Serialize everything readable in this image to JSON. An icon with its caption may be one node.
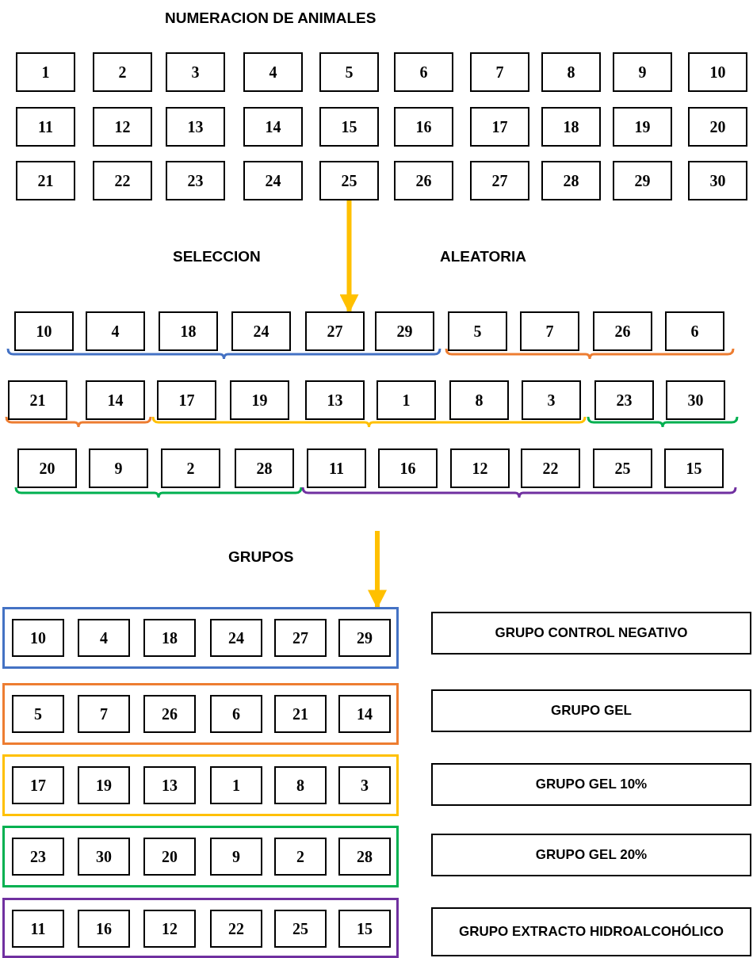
{
  "diagram": {
    "title": "NUMERACION DE ANIMALES",
    "nodes": [
      {
        "text": [
          "1"
        ]
      },
      {
        "text": [
          "2"
        ]
      },
      {
        "text": [
          "3"
        ]
      },
      {
        "text": [
          "4"
        ]
      },
      {
        "text": [
          "5"
        ]
      },
      {
        "text": [
          "6"
        ]
      },
      {
        "text": [
          "7"
        ]
      },
      {
        "text": [
          "8"
        ]
      },
      {
        "text": [
          "9"
        ]
      },
      {
        "text": [
          "10"
        ]
      },
      {
        "text": [
          "11"
        ]
      },
      {
        "text": [
          "12"
        ]
      },
      {
        "text": [
          "13"
        ]
      },
      {
        "text": [
          "14"
        ]
      },
      {
        "text": [
          "15"
        ]
      },
      {
        "text": [
          "16"
        ]
      },
      {
        "text": [
          "17"
        ]
      },
      {
        "text": [
          "18"
        ]
      },
      {
        "text": [
          "19"
        ]
      },
      {
        "text": [
          "20"
        ]
      },
      {
        "text": [
          "21"
        ]
      },
      {
        "text": [
          "22"
        ]
      },
      {
        "text": [
          "23"
        ]
      },
      {
        "text": [
          "24"
        ]
      },
      {
        "text": [
          "25"
        ]
      },
      {
        "text": [
          "26"
        ]
      },
      {
        "text": [
          "27"
        ]
      },
      {
        "text": [
          "28"
        ]
      },
      {
        "text": [
          "29"
        ]
      },
      {
        "text": [
          "30"
        ]
      },
      {
        "text": [
          "10"
        ]
      },
      {
        "text": [
          "4"
        ]
      },
      {
        "text": [
          "18"
        ]
      },
      {
        "text": [
          "24"
        ]
      },
      {
        "text": [
          "27"
        ]
      },
      {
        "text": [
          "29"
        ]
      },
      {
        "text": [
          "5"
        ]
      },
      {
        "text": [
          "7"
        ]
      },
      {
        "text": [
          "26"
        ]
      },
      {
        "text": [
          "6"
        ]
      },
      {
        "text": [
          "21"
        ]
      },
      {
        "text": [
          "14"
        ]
      },
      {
        "text": [
          "17"
        ]
      },
      {
        "text": [
          "19"
        ]
      },
      {
        "text": [
          "13"
        ]
      },
      {
        "text": [
          "1"
        ]
      },
      {
        "text": [
          "8"
        ]
      },
      {
        "text": [
          "3"
        ]
      },
      {
        "text": [
          "23"
        ]
      },
      {
        "text": [
          "30"
        ]
      },
      {
        "text": [
          "20"
        ]
      },
      {
        "text": [
          "9"
        ]
      },
      {
        "text": [
          "2"
        ]
      },
      {
        "text": [
          "28"
        ]
      },
      {
        "text": [
          "11"
        ]
      },
      {
        "text": [
          "16"
        ]
      },
      {
        "text": [
          "12"
        ]
      },
      {
        "text": [
          "22"
        ]
      },
      {
        "text": [
          "25"
        ]
      },
      {
        "text": [
          "15"
        ]
      },
      {
        "text": [],
        "shape": "box"
      },
      {
        "text": [
          "10"
        ],
        "in": 60
      },
      {
        "text": [
          "4"
        ],
        "in": 60
      },
      {
        "text": [
          "18"
        ],
        "in": 60
      },
      {
        "text": [
          "24"
        ],
        "in": 60
      },
      {
        "text": [
          "27"
        ],
        "in": 60
      },
      {
        "text": [
          "29"
        ],
        "in": 60
      },
      {
        "text": [
          "GRUPO CONTROL NEGATIVO"
        ]
      },
      {
        "text": [],
        "shape": "box"
      },
      {
        "text": [
          "5"
        ],
        "in": 68
      },
      {
        "text": [
          "7"
        ],
        "in": 68
      },
      {
        "text": [
          "26"
        ],
        "in": 68
      },
      {
        "text": [
          "6"
        ],
        "in": 68
      },
      {
        "text": [
          "21"
        ],
        "in": 68
      },
      {
        "text": [
          "14"
        ],
        "in": 68
      },
      {
        "text": [
          "GRUPO GEL"
        ]
      },
      {
        "text": [],
        "shape": "box"
      },
      {
        "text": [
          "17"
        ],
        "in": 76
      },
      {
        "text": [
          "19"
        ],
        "in": 76
      },
      {
        "text": [
          "13"
        ],
        "in": 76
      },
      {
        "text": [
          "1"
        ],
        "in": 76
      },
      {
        "text": [
          "8"
        ],
        "in": 76
      },
      {
        "text": [
          "3"
        ],
        "in": 76
      },
      {
        "text": [
          "GRUPO GEL 10%"
        ]
      },
      {
        "text": [],
        "shape": "box"
      },
      {
        "text": [
          "23"
        ],
        "in": 84
      },
      {
        "text": [
          "30"
        ],
        "in": 84
      },
      {
        "text": [
          "20"
        ],
        "in": 84
      },
      {
        "text": [
          "9"
        ],
        "in": 84
      },
      {
        "text": [
          "2"
        ],
        "in": 84
      },
      {
        "text": [
          "28"
        ],
        "in": 84
      },
      {
        "text": [
          "GRUPO GEL 20%"
        ]
      },
      {
        "text": [],
        "shape": "box"
      },
      {
        "text": [
          "11"
        ],
        "in": 92
      },
      {
        "text": [
          "16"
        ],
        "in": 92
      },
      {
        "text": [
          "12"
        ],
        "in": 92
      },
      {
        "text": [
          "22"
        ],
        "in": 92
      },
      {
        "text": [
          "25"
        ],
        "in": 92
      },
      {
        "text": [
          "15"
        ],
        "in": 92
      },
      {
        "text": [
          "GRUPO EXTRACTO HIDROALCOHÓLICO"
        ]
      }
    ],
    "edges": [
      {
        "from": 24,
        "to": 34,
        "arrow": "to"
      },
      {
        "from": null,
        "to": 60,
        "arrow": "to"
      }
    ],
    "labels": [
      "SELECCION",
      "ALEATORIA",
      "GRUPOS"
    ]
  }
}
